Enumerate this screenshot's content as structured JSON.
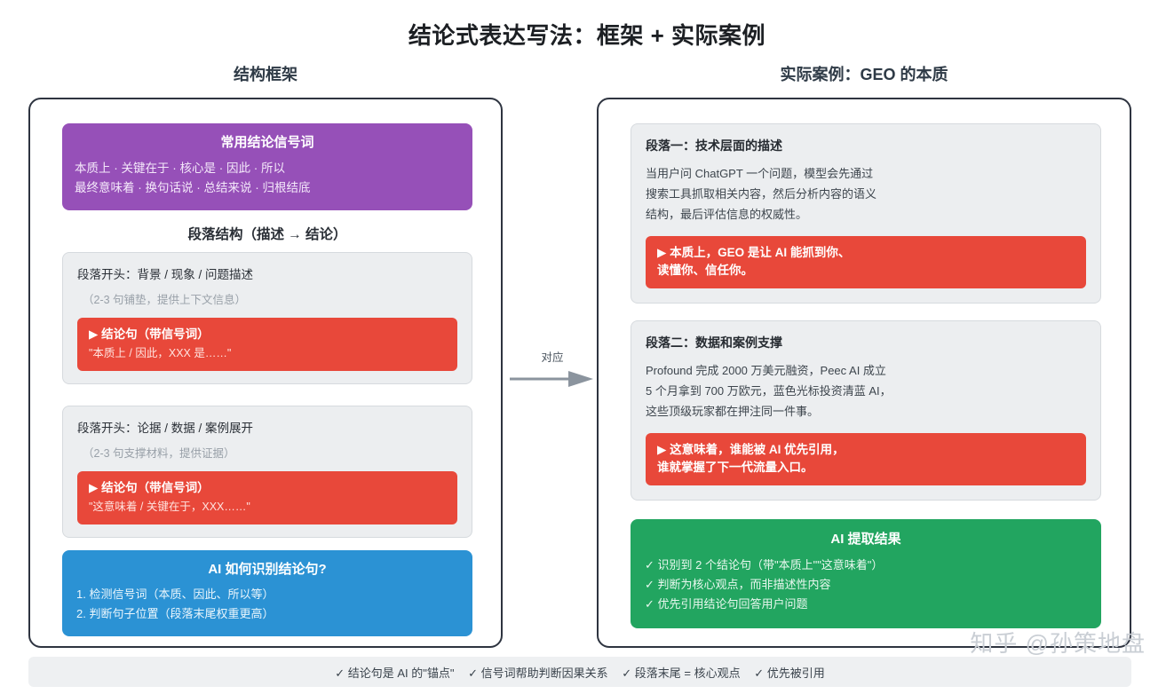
{
  "title": "结论式表达写法：框架 + 实际案例",
  "columns": {
    "left_heading": "结构框架",
    "right_heading": "实际案例：GEO 的本质"
  },
  "left_panel": {
    "signal_box": {
      "title": "常用结论信号词",
      "line1": "本质上 · 关键在于 · 核心是 · 因此 · 所以",
      "line2": "最终意味着 · 换句话说 · 总结来说 · 归根结底",
      "color": "#9650b8"
    },
    "section_label": "段落结构（描述 → 结论）",
    "cards": [
      {
        "title": "段落开头：背景 / 现象 / 问题描述",
        "sub": "（2-3 句铺垫，提供上下文信息）",
        "conclusion_title": "▶ 结论句（带信号词）",
        "conclusion_sub": "\"本质上 / 因此，XXX 是……\""
      },
      {
        "title": "段落开头：论据 / 数据 / 案例展开",
        "sub": "（2-3 句支撑材料，提供证据）",
        "conclusion_title": "▶ 结论句（带信号词）",
        "conclusion_sub": "\"这意味着 / 关键在于，XXX……\""
      }
    ],
    "ai_box": {
      "title": "AI 如何识别结论句?",
      "line1": "1. 检测信号词（本质、因此、所以等）",
      "line2": "2. 判断句子位置（段落末尾权重更高）",
      "color": "#2b92d4"
    }
  },
  "connector": {
    "label": "对应"
  },
  "right_panel": {
    "cards": [
      {
        "title": "段落一：技术层面的描述",
        "line1": "当用户问 ChatGPT 一个问题，模型会先通过",
        "line2": "搜索工具抓取相关内容，然后分析内容的语义",
        "line3": "结构，最后评估信息的权威性。",
        "conclusion_line1": "▶ 本质上，GEO 是让 AI 能抓到你、",
        "conclusion_line2": "读懂你、信任你。"
      },
      {
        "title": "段落二：数据和案例支撑",
        "line1": "Profound 完成 2000 万美元融资，Peec AI 成立",
        "line2": "5 个月拿到 700 万欧元，蓝色光标投资清蓝 AI，",
        "line3": "这些顶级玩家都在押注同一件事。",
        "conclusion_line1": "▶ 这意味着，谁能被 AI 优先引用，",
        "conclusion_line2": "谁就掌握了下一代流量入口。"
      }
    ],
    "result_box": {
      "title": "AI 提取结果",
      "line1": "✓ 识别到 2 个结论句（带\"本质上\"\"这意味着\"）",
      "line2": "✓ 判断为核心观点，而非描述性内容",
      "line3": "✓ 优先引用结论句回答用户问题",
      "color": "#22a560"
    }
  },
  "footer": {
    "item1": "✓ 结论句是 AI 的\"锚点\"",
    "item2": "✓ 信号词帮助判断因果关系",
    "item3": "✓ 段落末尾 = 核心观点",
    "item4": "✓ 优先被引用"
  },
  "watermark": "知乎 @孙策地盘"
}
